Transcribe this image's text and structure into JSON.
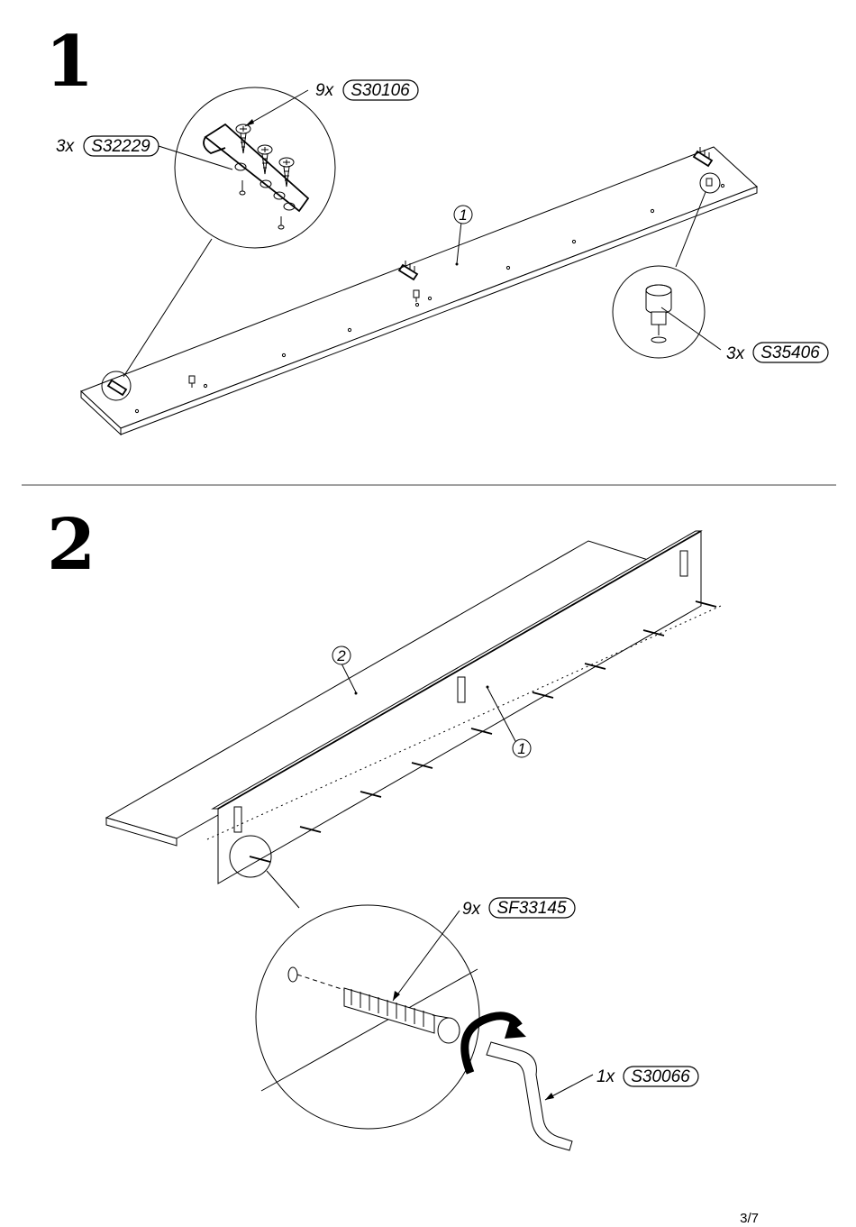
{
  "steps": [
    {
      "number": "1",
      "callouts": {
        "screws_top": {
          "qty": "9x",
          "code": "S30106"
        },
        "bracket": {
          "qty": "3x",
          "code": "S32229"
        },
        "dowel": {
          "qty": "3x",
          "code": "S35406"
        }
      },
      "part_labels": [
        "1"
      ]
    },
    {
      "number": "2",
      "callouts": {
        "bolt": {
          "qty": "9x",
          "code": "SF33145"
        },
        "tool": {
          "qty": "1x",
          "code": "S30066"
        }
      },
      "part_labels": [
        "2",
        "1"
      ]
    }
  ],
  "page_number": "3/7"
}
